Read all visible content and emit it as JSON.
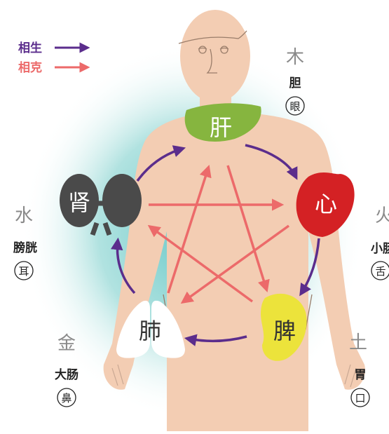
{
  "legend": {
    "generating_label": "相生",
    "controlling_label": "相克",
    "generating_color": "#5b2d8c",
    "controlling_color": "#ec6a6a"
  },
  "organs": {
    "liver": {
      "name": "肝",
      "color": "#86b53f"
    },
    "heart": {
      "name": "心",
      "color": "#d42124"
    },
    "spleen": {
      "name": "脾",
      "color": "#ece33b"
    },
    "lung": {
      "name": "肺",
      "color": "#ffffff"
    },
    "kidney": {
      "name": "肾",
      "color": "#4a4a4a"
    }
  },
  "elements": {
    "wood": {
      "element": "木",
      "fu": "胆",
      "sense": "眼"
    },
    "fire": {
      "element": "火",
      "fu": "小肠",
      "sense": "舌"
    },
    "earth": {
      "element": "土",
      "fu": "胃",
      "sense": "口"
    },
    "metal": {
      "element": "金",
      "fu": "大肠",
      "sense": "鼻"
    },
    "water": {
      "element": "水",
      "fu": "膀胱",
      "sense": "耳"
    }
  },
  "colors": {
    "skin": "#f3cdb3",
    "glow": "#7fd0d0",
    "element_text": "#8a8a8a",
    "label_text": "#222222"
  }
}
